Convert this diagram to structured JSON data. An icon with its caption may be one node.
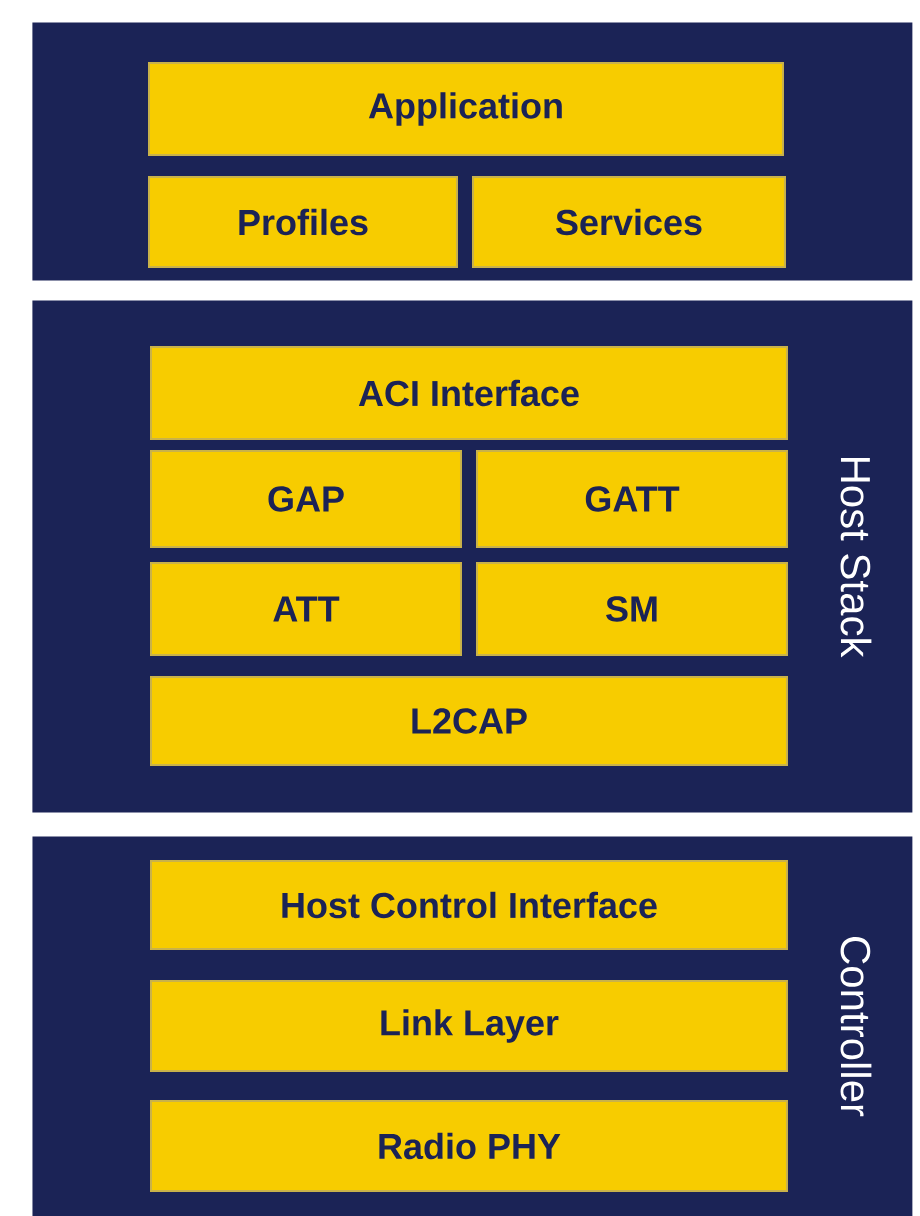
{
  "diagram": {
    "nodes": [
      {
        "text": [],
        "shape": "box"
      },
      {
        "text": [
          "Application"
        ],
        "in": 0
      },
      {
        "text": [
          "Profiles"
        ],
        "in": 0
      },
      {
        "text": [
          "Services"
        ],
        "in": 0
      },
      {
        "text": [
          "Host Stack"
        ]
      },
      {
        "text": [
          "ACI Interface"
        ],
        "in": 4
      },
      {
        "text": [
          "GAP"
        ],
        "in": 4
      },
      {
        "text": [
          "GATT"
        ],
        "in": 4
      },
      {
        "text": [
          "ATT"
        ],
        "in": 4
      },
      {
        "text": [
          "SM"
        ],
        "in": 4
      },
      {
        "text": [
          "L2CAP"
        ],
        "in": 4
      },
      {
        "text": [
          "Controller"
        ]
      },
      {
        "text": [
          "Host Control Interface"
        ],
        "in": 11
      },
      {
        "text": [
          "Link Layer"
        ],
        "in": 11
      },
      {
        "text": [
          "Radio PHY"
        ],
        "in": 11
      }
    ]
  }
}
